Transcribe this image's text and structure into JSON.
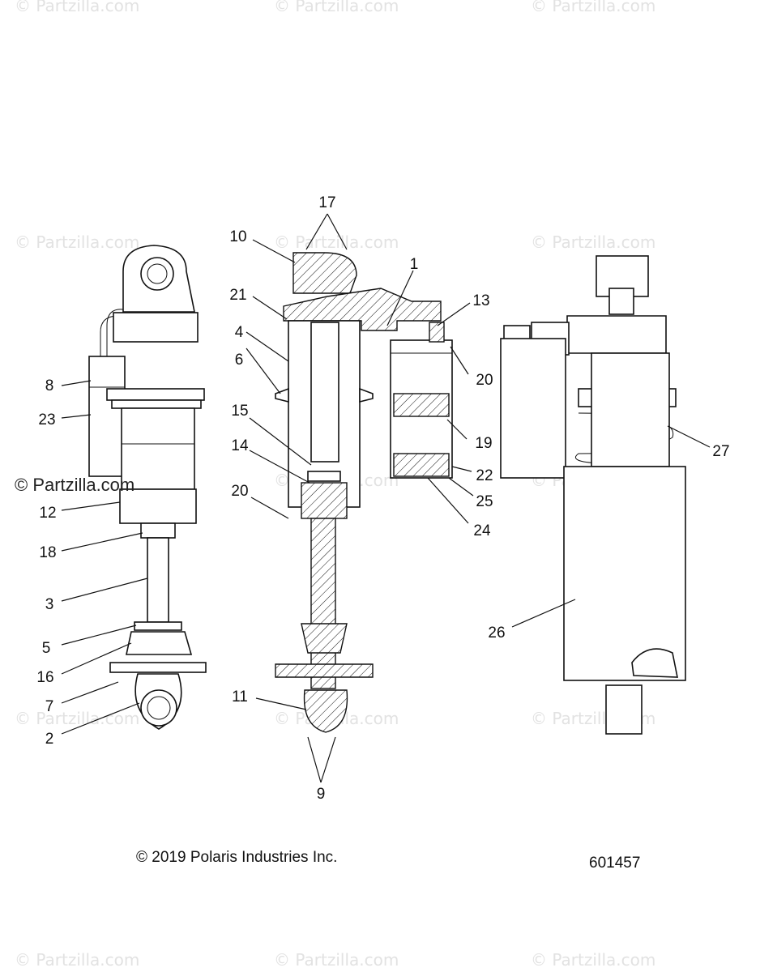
{
  "watermark": {
    "text": "© Partzilla.com",
    "prominent_text": "© Partzilla.com"
  },
  "callouts": {
    "c1": "1",
    "c2": "2",
    "c3": "3",
    "c4": "4",
    "c5": "5",
    "c6": "6",
    "c7": "7",
    "c8": "8",
    "c9": "9",
    "c10": "10",
    "c11": "11",
    "c12": "12",
    "c13": "13",
    "c14": "14",
    "c15": "15",
    "c16": "16",
    "c17": "17",
    "c18": "18",
    "c19": "19",
    "c20a": "20",
    "c20b": "20",
    "c21": "21",
    "c22": "22",
    "c23": "23",
    "c24": "24",
    "c25": "25",
    "c26": "26",
    "c27": "27"
  },
  "footer": {
    "copyright": "© 2019 Polaris Industries Inc.",
    "diagram_number": "601457"
  }
}
